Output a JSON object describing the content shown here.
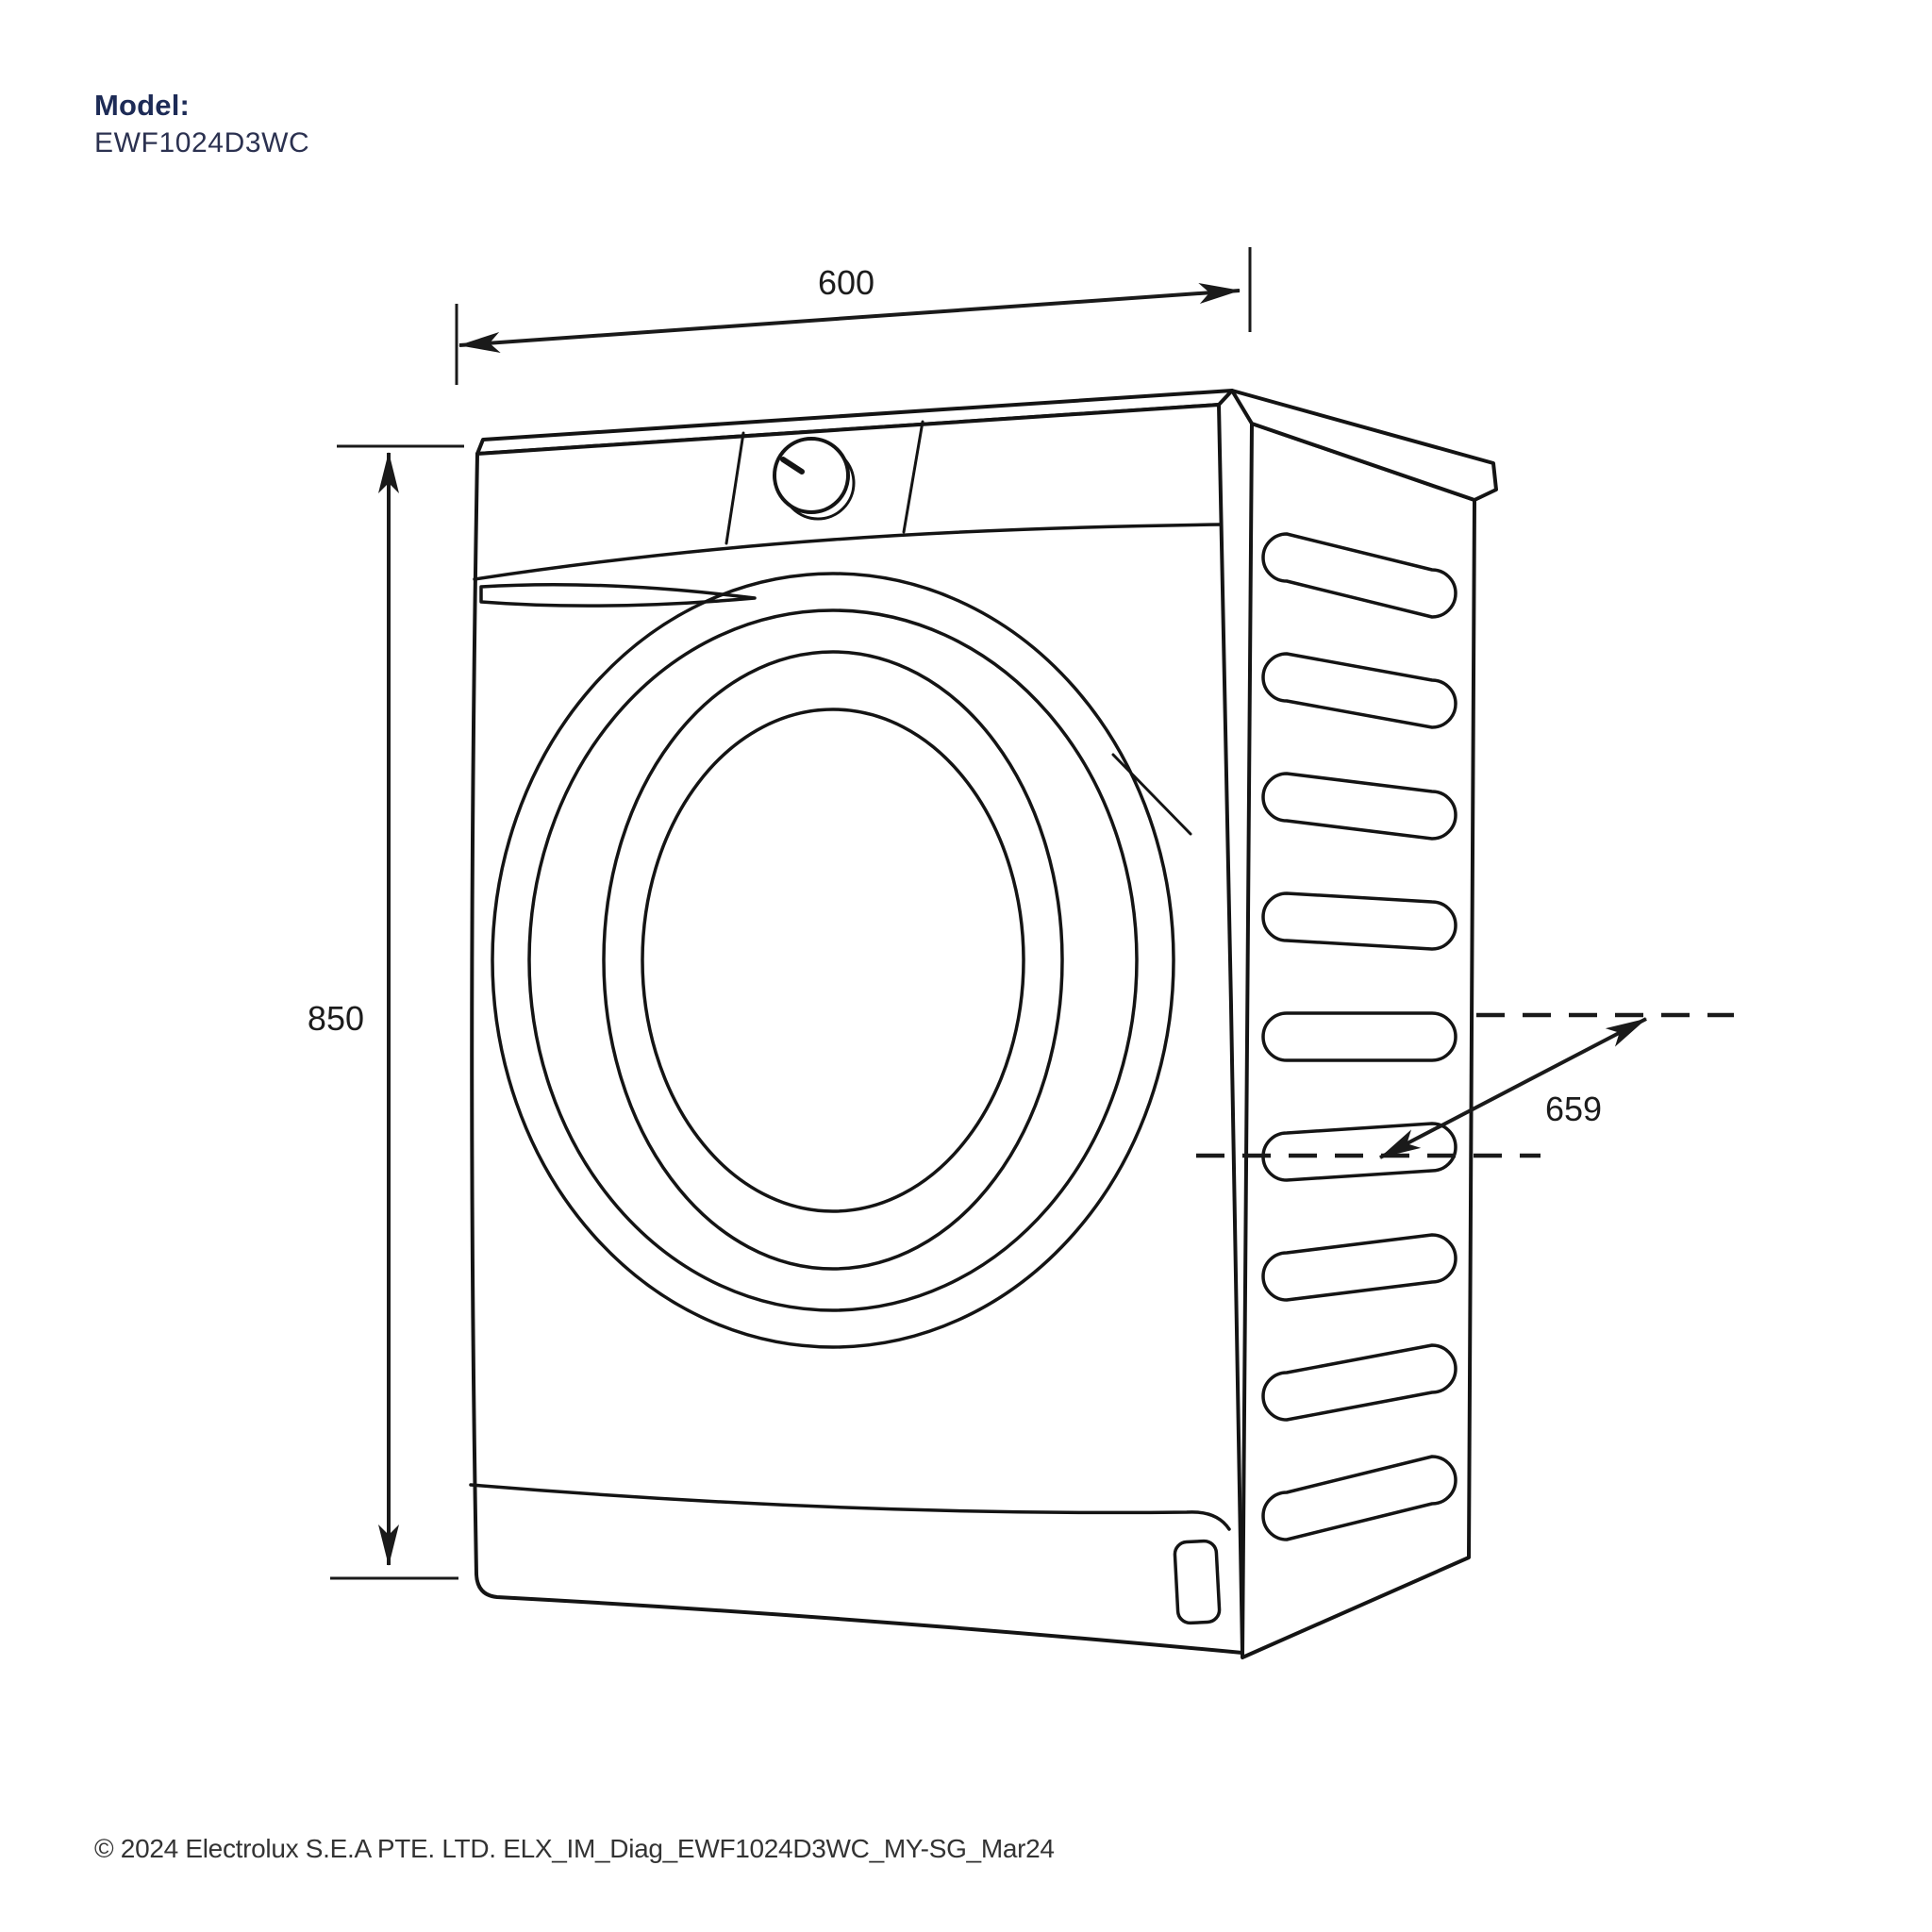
{
  "header": {
    "model_label": "Model:",
    "model_number": "EWF1024D3WC"
  },
  "diagram": {
    "dimensions": {
      "width_mm": "600",
      "height_mm": "850",
      "depth_mm": "659"
    }
  },
  "footer": {
    "copyright": "© 2024 Electrolux S.E.A PTE. LTD. ELX_IM_Diag_EWF1024D3WC_MY-SG_Mar24"
  },
  "colors": {
    "model_label": "#1d2b56",
    "model_number": "#2b3150",
    "line": "#141414",
    "dimension": "#1a1a1a",
    "footer_text": "#333333",
    "background": "#ffffff"
  }
}
